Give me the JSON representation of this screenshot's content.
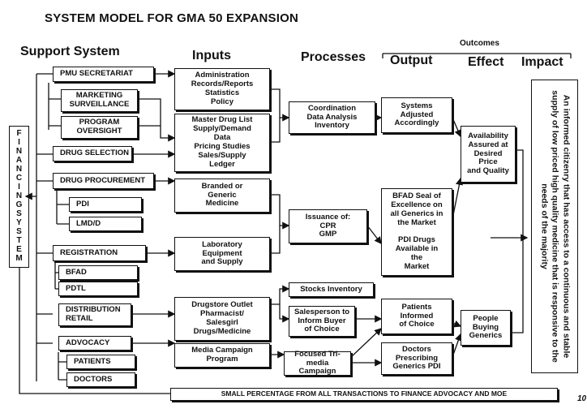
{
  "title": "SYSTEM MODEL FOR GMA 50 EXPANSION",
  "headers": {
    "support_system": "Support System",
    "inputs": "Inputs",
    "processes": "Processes",
    "outcomes": "Outcomes",
    "output": "Output",
    "effect": "Effect",
    "impact": "Impact"
  },
  "financing_system": [
    "F",
    "I",
    "N",
    "A",
    "N",
    "C",
    "I",
    "N",
    "G",
    "S",
    "Y",
    "S",
    "T",
    "E",
    "M"
  ],
  "support": {
    "pmu": "PMU SECRETARIAT",
    "marketing": "MARKETING\nSURVEILLANCE",
    "program": "PROGRAM\nOVERSIGHT",
    "drug_selection": "DRUG SELECTION",
    "drug_procurement": "DRUG PROCUREMENT",
    "pdi": "PDI",
    "lmd": "LMD/D",
    "registration": "REGISTRATION",
    "bfad": "BFAD",
    "pdtl": "PDTL",
    "distribution": "DISTRIBUTION\nRETAIL",
    "advocacy": "ADVOCACY",
    "patients": "PATIENTS",
    "doctors": "DOCTORS"
  },
  "inputs": {
    "admin": "Administration\nRecords/Reports\nStatistics\nPolicy",
    "master": "Master Drug List\nSupply/Demand\nData\nPricing Studies\nSales/Supply\nLedger",
    "branded": "Branded or\nGeneric\nMedicine",
    "lab": "Laboratory\nEquipment\nand Supply",
    "drugstore": "Drugstore Outlet\nPharmacist/\nSalesgirl\nDrugs/Medicine",
    "media": "Media Campaign\nProgram"
  },
  "processes": {
    "coordination": "Coordination\nData Analysis\nInventory",
    "issuance": "Issuance of:\nCPR\nGMP",
    "stocks": "Stocks Inventory",
    "salesperson": "Salesperson to\nInform Buyer\nof Choice",
    "focused": "Focused Tri-media\nCampaign"
  },
  "outputs": {
    "systems": "Systems\nAdjusted\nAccordingly",
    "bfad_seal": "BFAD Seal of\nExcellence on\nall Generics in\nthe Market\n\nPDI Drugs\nAvailable in\nthe\nMarket",
    "patients_informed": "Patients\nInformed\nof Choice",
    "doctors_prescribing": "Doctors\nPrescribing\nGenerics PDI"
  },
  "effects": {
    "availability": "Availability\nAssured at\nDesired\nPrice\nand Quality",
    "people": "People\nBuying\nGenerics"
  },
  "impact": "An informed citizenry that has access to a continuous and stable supply of low priced high quality medicine that is responsive to the needs of the majority",
  "footer": "SMALL PERCENTAGE FROM ALL TRANSACTIONS TO FINANCE ADVOCACY AND MOE",
  "page_number": "10"
}
